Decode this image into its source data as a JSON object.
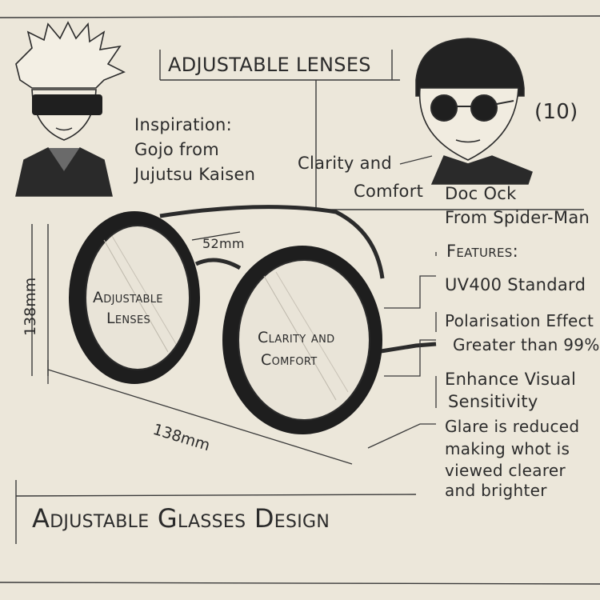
{
  "top_title": "ADJUSTABLE LENSES",
  "page_number": "(10)",
  "inspiration": {
    "label": "Inspiration:",
    "line1": "Gojo from",
    "line2": "Jujutsu Kaisen"
  },
  "clarity_side": {
    "line1": "Clarity and",
    "line2": "Comfort"
  },
  "doc_ock": {
    "line1": "Doc Ock",
    "line2": "From Spider-Man"
  },
  "dimensions": {
    "bridge": "52mm",
    "height": "138mm",
    "width": "138mm"
  },
  "left_lens": {
    "line1": "Adjustable",
    "line2": "Lenses"
  },
  "right_lens": {
    "line1": "Clarity and",
    "line2": "Comfort"
  },
  "features": {
    "heading": "Features:",
    "uv": "UV400 Standard",
    "polar1": "Polarisation Effect",
    "polar2": "Greater than 99%",
    "enhance1": "Enhance Visual",
    "enhance2": "Sensitivity",
    "glare1": "Glare is reduced",
    "glare2": "making whot is",
    "glare3": "viewed clearer",
    "glare4": "and brighter"
  },
  "main_title": "Adjustable Glasses Design",
  "colors": {
    "paper": "#ece7da",
    "ink": "#2b2b2b",
    "shade": "#1e1e1e"
  }
}
